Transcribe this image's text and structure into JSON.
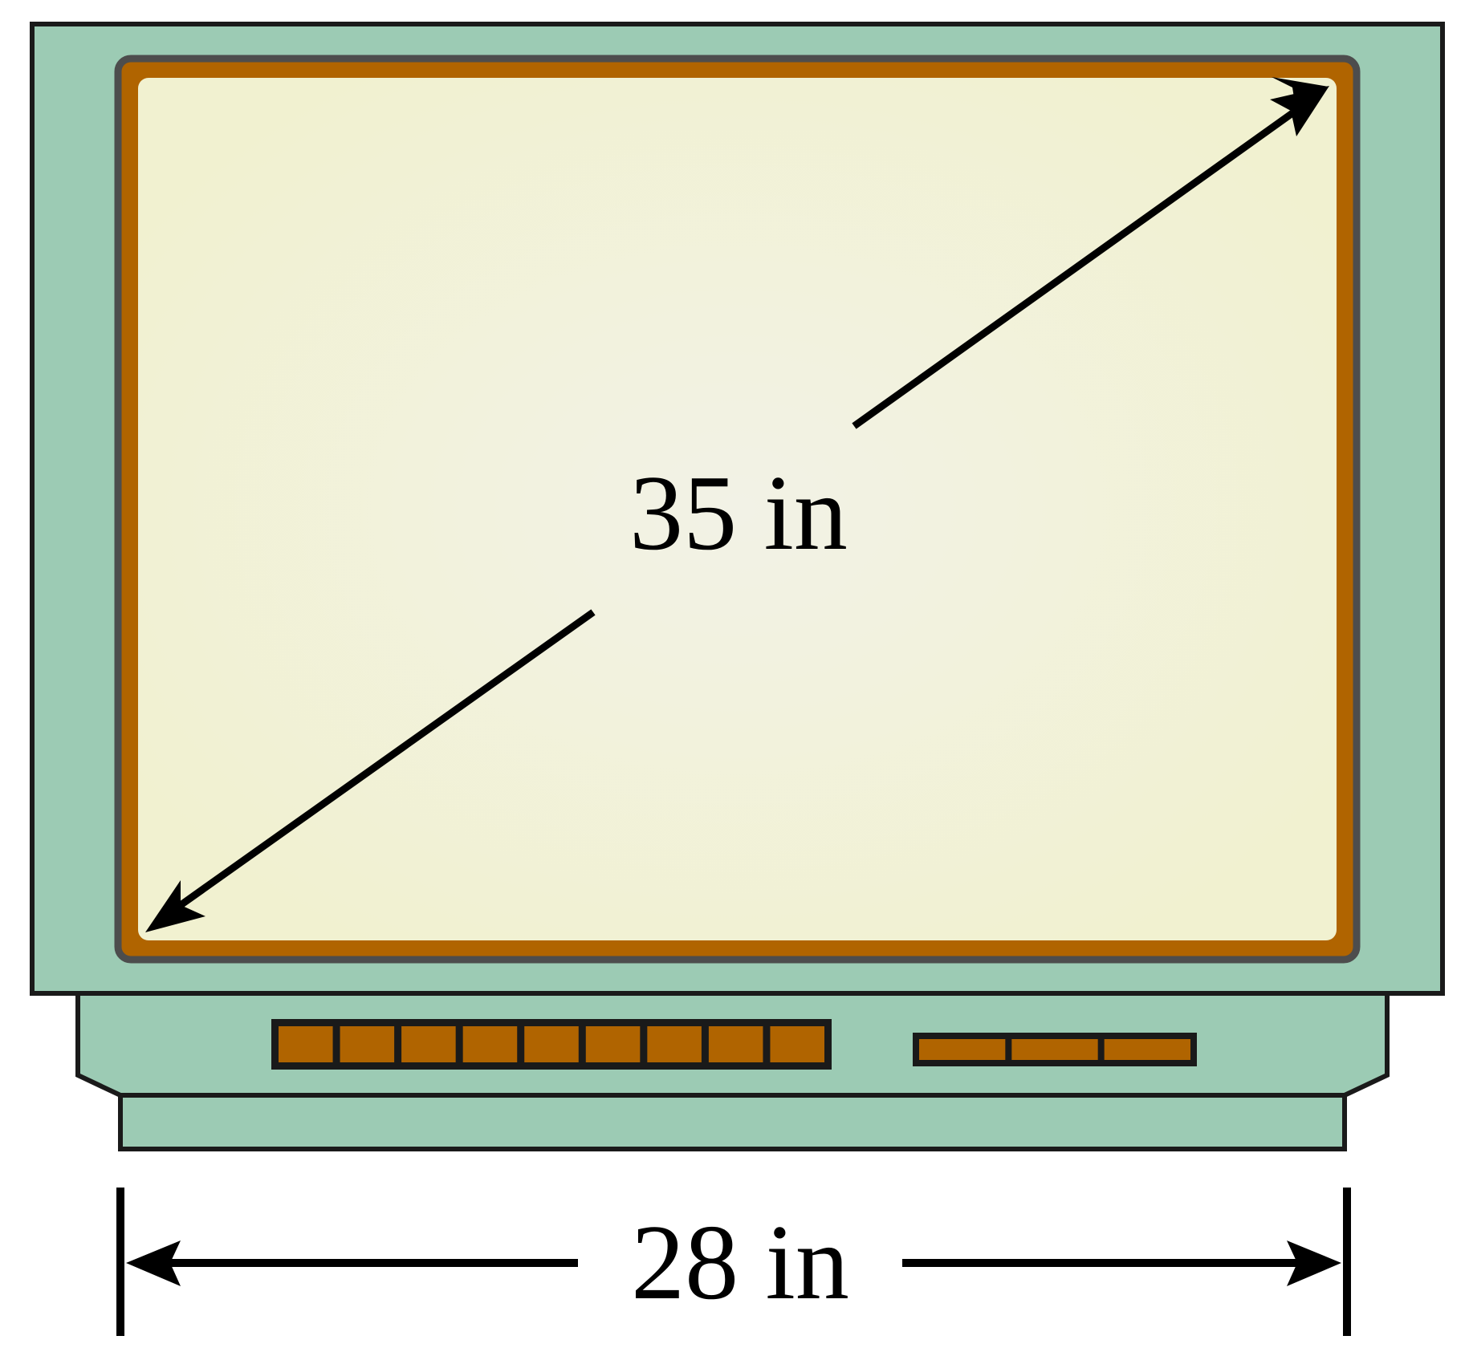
{
  "labels": {
    "diagonal": "35 in",
    "width": "28 in"
  },
  "colors": {
    "cabinet": "#9ccbb4",
    "outline": "#1a1a1a",
    "bezel": "#4d4d4d",
    "screen_border": "#b06400",
    "screen": "#f1f1d0",
    "screen_center": "#f2f2e6",
    "button": "#b06400",
    "arrow": "#000000"
  },
  "icons": {
    "front_buttons": "button-strip",
    "right_buttons": "button-strip"
  },
  "front_button_count": 9,
  "right_button_count": 3
}
